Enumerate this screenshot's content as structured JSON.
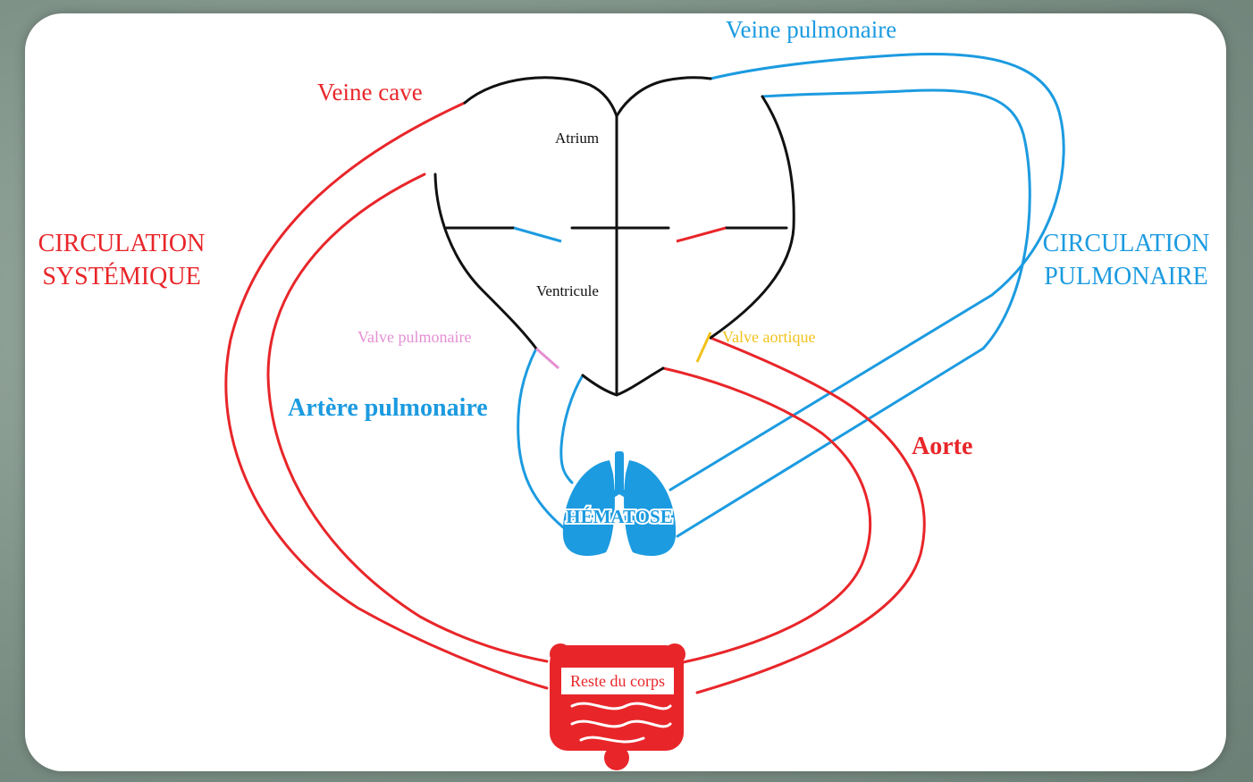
{
  "labels": {
    "veine_cave": "Veine cave",
    "veine_pulmonaire": "Veine pulmonaire",
    "atrium": "Atrium",
    "ventricule": "Ventricule",
    "valve_pulmonaire": "Valve pulmonaire",
    "valve_aortique": "Valve aortique",
    "artere_pulmonaire": "Artère pulmonaire",
    "aorte": "Aorte",
    "hematose": "HÉMATOSE",
    "reste_du_corps": "Reste du corps",
    "circulation_systemique_line1": "CIRCULATION",
    "circulation_systemique_line2": "SYSTÉMIQUE",
    "circulation_pulmonaire_line1": "CIRCULATION",
    "circulation_pulmonaire_line2": "PULMONAIRE"
  },
  "colors": {
    "systemic": "#e8262a",
    "pulmonary": "#1c9be0",
    "heart": "#111111",
    "valve_pulmonaire": "#e58fd3",
    "valve_aortique": "#f2c21b",
    "card": "#ffffff"
  },
  "icons": {
    "heart": "heart-outline-icon",
    "lungs": "lungs-icon",
    "intestines": "intestines-icon"
  }
}
